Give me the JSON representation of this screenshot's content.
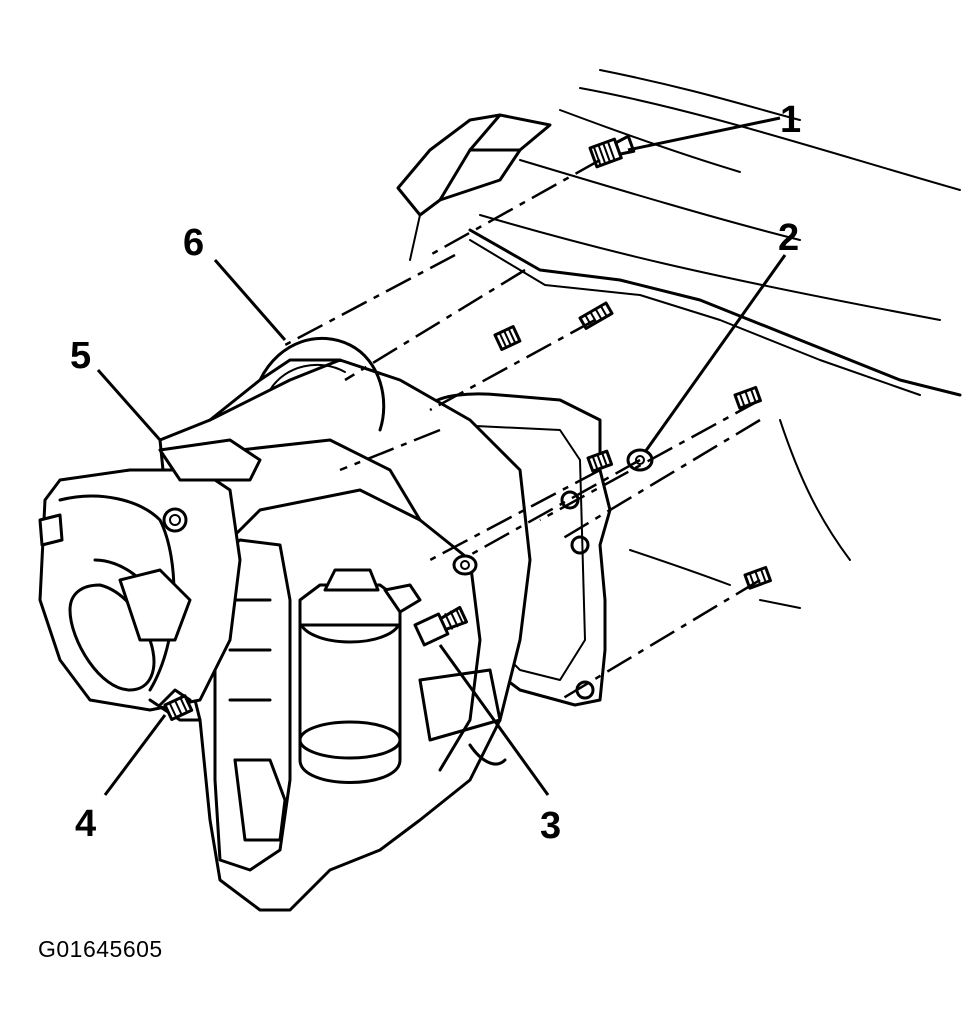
{
  "figure": {
    "id_label": "G01645605",
    "callouts": [
      {
        "key": "c1",
        "label": "1"
      },
      {
        "key": "c2",
        "label": "2"
      },
      {
        "key": "c3",
        "label": "3"
      },
      {
        "key": "c4",
        "label": "4"
      },
      {
        "key": "c5",
        "label": "5"
      },
      {
        "key": "c6",
        "label": "6"
      }
    ]
  }
}
